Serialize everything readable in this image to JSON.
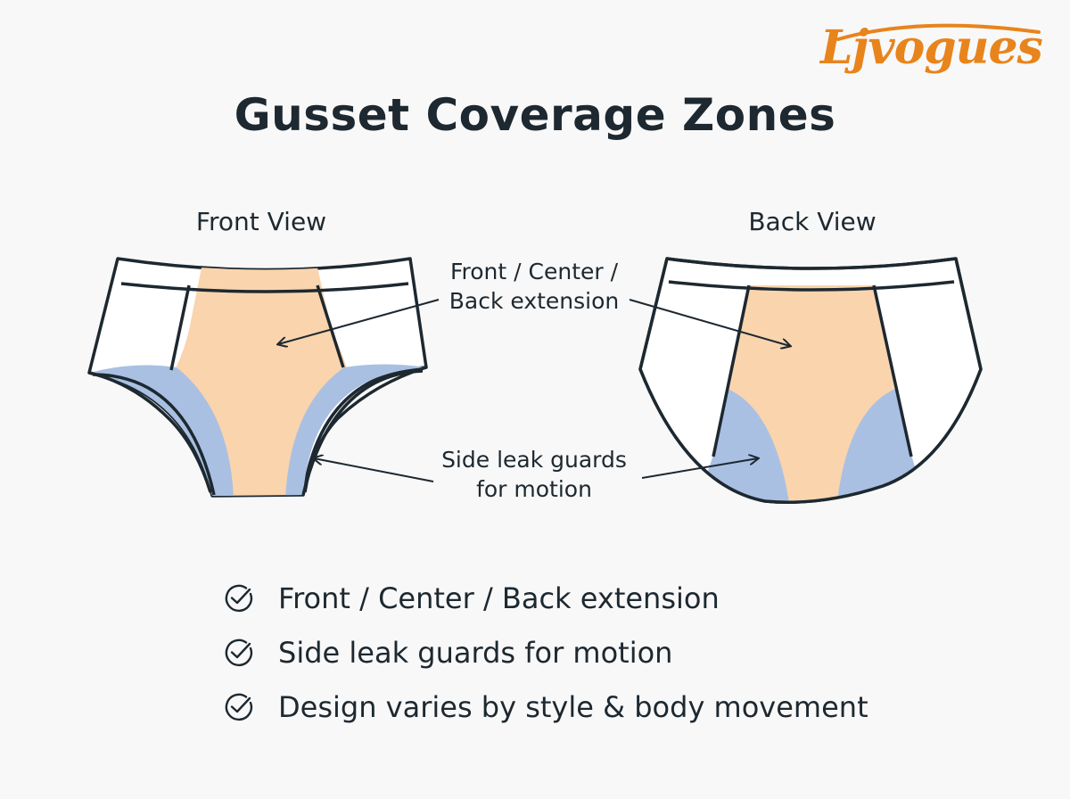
{
  "brand": {
    "logo_text": "Ljvogues",
    "color": "#e8841c"
  },
  "title": "Gusset Coverage Zones",
  "views": {
    "front_label": "Front View",
    "back_label": "Back View"
  },
  "callouts": [
    {
      "line1": "Front / Center /",
      "line2": "Back extension"
    },
    {
      "line1": "Side leak guards",
      "line2": "for motion"
    }
  ],
  "features": [
    {
      "icon": "check-circle-icon",
      "text": "Front / Center / Back extension"
    },
    {
      "icon": "check-circle-icon",
      "text": "Side leak guards for motion"
    },
    {
      "icon": "check-circle-icon",
      "text": "Design varies by style & body movement"
    }
  ],
  "colors": {
    "gusset_zone": "#f9d4ad",
    "side_guard_zone": "#a9c0e3",
    "outline": "#1d2830",
    "fabric": "#ffffff"
  }
}
